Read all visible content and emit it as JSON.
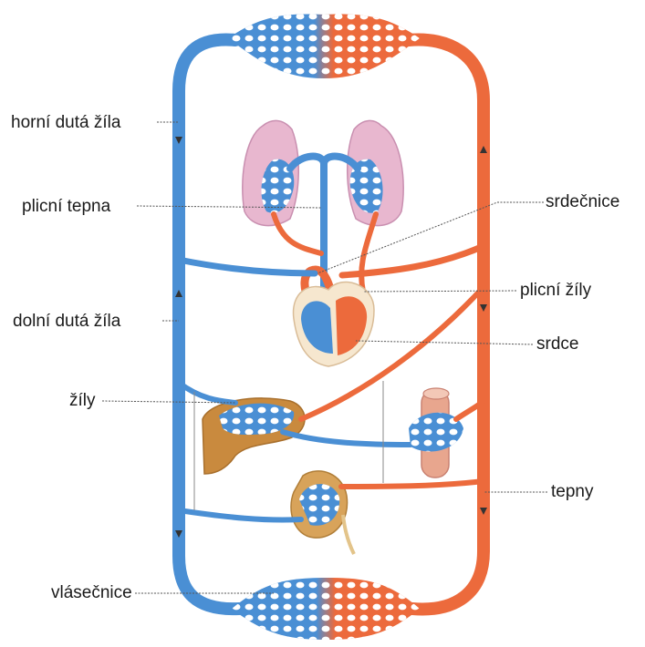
{
  "labels": {
    "horni_duta_zila": "horní dutá žíla",
    "plicni_tepna": "plicní tepna",
    "dolni_duta_zila": "dolní dutá žíla",
    "zily": "žíly",
    "vlasecnice": "vlásečnice",
    "srdecnice": "srdečnice",
    "plicni_zily": "plicní žíly",
    "srdce": "srdce",
    "tepny": "tepny"
  },
  "colors": {
    "vein_blue": "#4a8fd4",
    "artery_red": "#ec6a3c",
    "lung_pink": "#e8b7cf",
    "liver_brown": "#c98a3e",
    "kidney_tan": "#d8a35a",
    "heart_bg": "#f6e7cf",
    "leader_line": "#555555"
  }
}
